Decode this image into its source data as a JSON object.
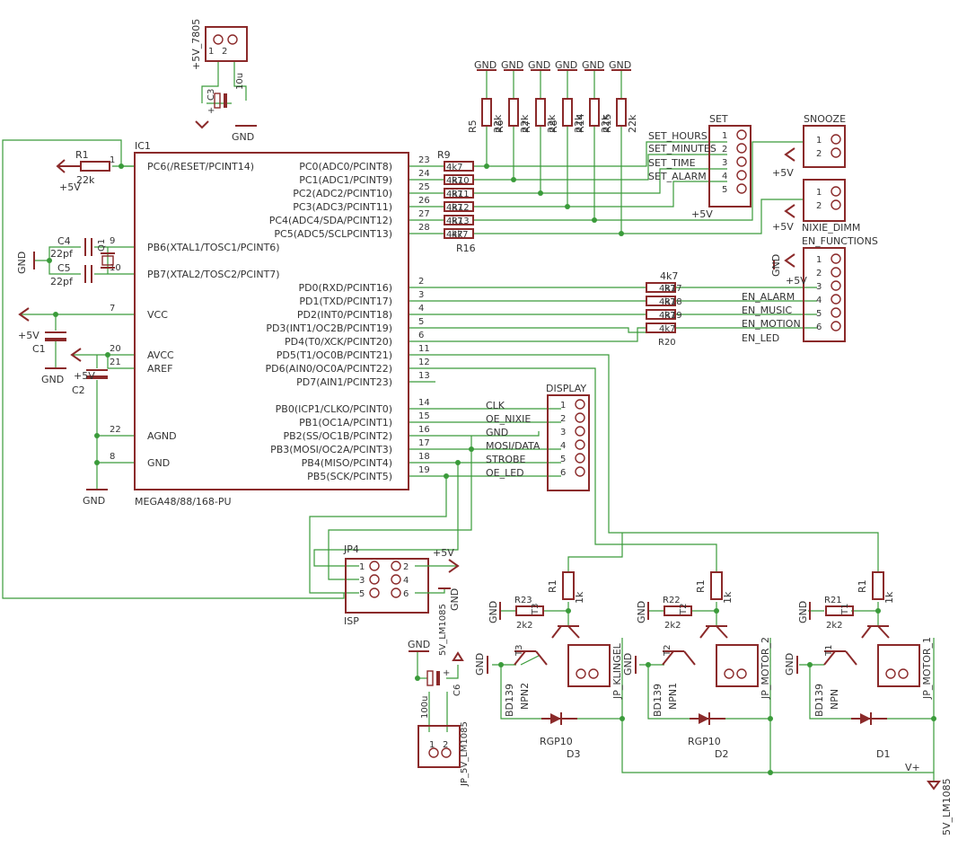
{
  "ic1": {
    "ref": "IC1",
    "part": "MEGA48/88/168-PU",
    "left_pins": [
      {
        "num": "1",
        "label": "PC6(/RESET/PCINT14)"
      },
      {
        "num": "9",
        "label": "PB6(XTAL1/TOSC1/PCINT6)"
      },
      {
        "num": "10",
        "label": "PB7(XTAL2/TOSC2/PCINT7)"
      },
      {
        "num": "7",
        "label": "VCC"
      },
      {
        "num": "20",
        "label": "AVCC"
      },
      {
        "num": "21",
        "label": "AREF"
      },
      {
        "num": "22",
        "label": "AGND"
      },
      {
        "num": "8",
        "label": "GND"
      }
    ],
    "right_pins": [
      {
        "num": "23",
        "label": "PC0(ADC0/PCINT8)"
      },
      {
        "num": "24",
        "label": "PC1(ADC1/PCINT9)"
      },
      {
        "num": "25",
        "label": "PC2(ADC2/PCINT10)"
      },
      {
        "num": "26",
        "label": "PC3(ADC3/PCINT11)"
      },
      {
        "num": "27",
        "label": "PC4(ADC4/SDA/PCINT12)"
      },
      {
        "num": "28",
        "label": "PC5(ADC5/SCLPCINT13)"
      },
      {
        "num": "2",
        "label": "PD0(RXD/PCINT16)"
      },
      {
        "num": "3",
        "label": "PD1(TXD/PCINT17)"
      },
      {
        "num": "4",
        "label": "PD2(INT0/PCINT18)"
      },
      {
        "num": "5",
        "label": "PD3(INT1/OC2B/PCINT19)"
      },
      {
        "num": "6",
        "label": "PD4(T0/XCK/PCINT20)"
      },
      {
        "num": "11",
        "label": "PD5(T1/OC0B/PCINT21)"
      },
      {
        "num": "12",
        "label": "PD6(AIN0/OC0A/PCINT22)"
      },
      {
        "num": "13",
        "label": "PD7(AIN1/PCINT23)"
      },
      {
        "num": "14",
        "label": "PB0(ICP1/CLKO/PCINT0)"
      },
      {
        "num": "15",
        "label": "PB1(OC1A/PCINT1)"
      },
      {
        "num": "16",
        "label": "PB2(SS/OC1B/PCINT2)"
      },
      {
        "num": "17",
        "label": "PB3(MOSI/OC2A/PCINT3)"
      },
      {
        "num": "18",
        "label": "PB4(MISO/PCINT4)"
      },
      {
        "num": "19",
        "label": "PB5(SCK/PCINT5)"
      }
    ]
  },
  "regulator": {
    "label": "+5V_7805",
    "pin1": "1",
    "pin2": "2",
    "cap": "C3",
    "cap_value": "10u",
    "gnd": "GND",
    "plus": "+"
  },
  "reset": {
    "ref": "R1",
    "value": "22k",
    "supply": "+5V"
  },
  "crystal": {
    "ref": "Q1",
    "c4": "C4",
    "c4v": "22pf",
    "c5": "C5",
    "c5v": "22pf",
    "gnd": "GND"
  },
  "power": {
    "c1": "C1",
    "c2": "C2",
    "supply": "+5V",
    "supply2": "+5V",
    "gnd": "GND",
    "gnd2": "GND"
  },
  "pullups": {
    "gnds": [
      "GND",
      "GND",
      "GND",
      "GND",
      "GND",
      "GND"
    ],
    "refs": [
      "R5",
      "R6",
      "R7",
      "R8",
      "R14",
      "R15"
    ],
    "values": [
      "22k",
      "22k",
      "22k",
      "22k",
      "22k",
      "22k"
    ]
  },
  "series": {
    "top": [
      "R9",
      "R10",
      "R11",
      "R12",
      "R13",
      "4k7"
    ],
    "top_val": [
      "4k7",
      "4k7",
      "4k7",
      "4k7",
      "4k7",
      "4k7"
    ],
    "bottom": "R16",
    "en_top": "4k7",
    "en_refs": [
      "R17",
      "R18",
      "R19",
      "R20"
    ],
    "en_vals": [
      "4k7",
      "4k7",
      "4k7",
      "4k7"
    ]
  },
  "set_hdr": {
    "title": "SET",
    "supply": "+5V",
    "pins": [
      "1",
      "2",
      "3",
      "4",
      "5"
    ],
    "nets": [
      "SET_HOURS",
      "SET_MINUTES",
      "SET_TIME",
      "SET_ALARM"
    ]
  },
  "snooze": {
    "title": "SNOOZE",
    "supply": "+5V",
    "pins": [
      "1",
      "2"
    ]
  },
  "nixie_dimm": {
    "title": "NIXIE_DIMM",
    "supply": "+5V",
    "pins": [
      "1",
      "2"
    ]
  },
  "en_func": {
    "title": "EN_FUNCTIONS",
    "supply": "+5V",
    "pins": [
      "1",
      "2",
      "3",
      "4",
      "5",
      "6"
    ],
    "nets": [
      "EN_ALARM",
      "EN_MUSIC",
      "EN_MOTION",
      "EN_LED"
    ]
  },
  "display": {
    "title": "DISPLAY",
    "pins": [
      "1",
      "2",
      "3",
      "4",
      "5",
      "6"
    ],
    "nets": [
      "CLK",
      "OE_NIXIE",
      "GND",
      "MOSI/DATA",
      "STROBE",
      "OE_LED"
    ]
  },
  "isp": {
    "title": "JP4",
    "label": "ISP",
    "supply": "+5V",
    "gnd": "GND",
    "pins": [
      "1",
      "2",
      "3",
      "4",
      "5",
      "6"
    ]
  },
  "lm1085_in": {
    "gnd": "GND",
    "cap": "C6",
    "cap_value": "100u",
    "label": "5V_LM1085",
    "header": "JP_5V_LM1085",
    "pins": [
      "1",
      "2"
    ],
    "plus": "+"
  },
  "drivers": [
    {
      "rb": "R1",
      "rbv": "1k",
      "rs": "R23",
      "rsv": "2k2",
      "rtag": "T3",
      "tr": "BD139",
      "trt": "NPN2",
      "hdr": "JP_KLINGEL",
      "diode": "D3",
      "dv": "RGP10",
      "gnd": "GND",
      "gnd2": "GND"
    },
    {
      "rb": "R1",
      "rbv": "1k",
      "rs": "R22",
      "rsv": "2k2",
      "rtag": "T2",
      "tr": "BD139",
      "trt": "NPN1",
      "hdr": "JP_MOTOR_2",
      "diode": "D2",
      "dv": "RGP10",
      "gnd": "GND",
      "gnd2": "GND"
    },
    {
      "rb": "R1",
      "rbv": "1k",
      "rs": "R21",
      "rsv": "2k2",
      "rtag": "T1",
      "tr": "BD139",
      "trt": "NPN",
      "hdr": "JP_MOTOR_1",
      "diode": "D1",
      "dv": "",
      "gnd": "GND",
      "gnd2": "GND"
    }
  ],
  "out_supply": {
    "label": "V+",
    "net": "5V_LM1085"
  },
  "colors": {
    "part": "#8b2a2a",
    "wire": "#3a9b3a",
    "text": "#333333"
  }
}
